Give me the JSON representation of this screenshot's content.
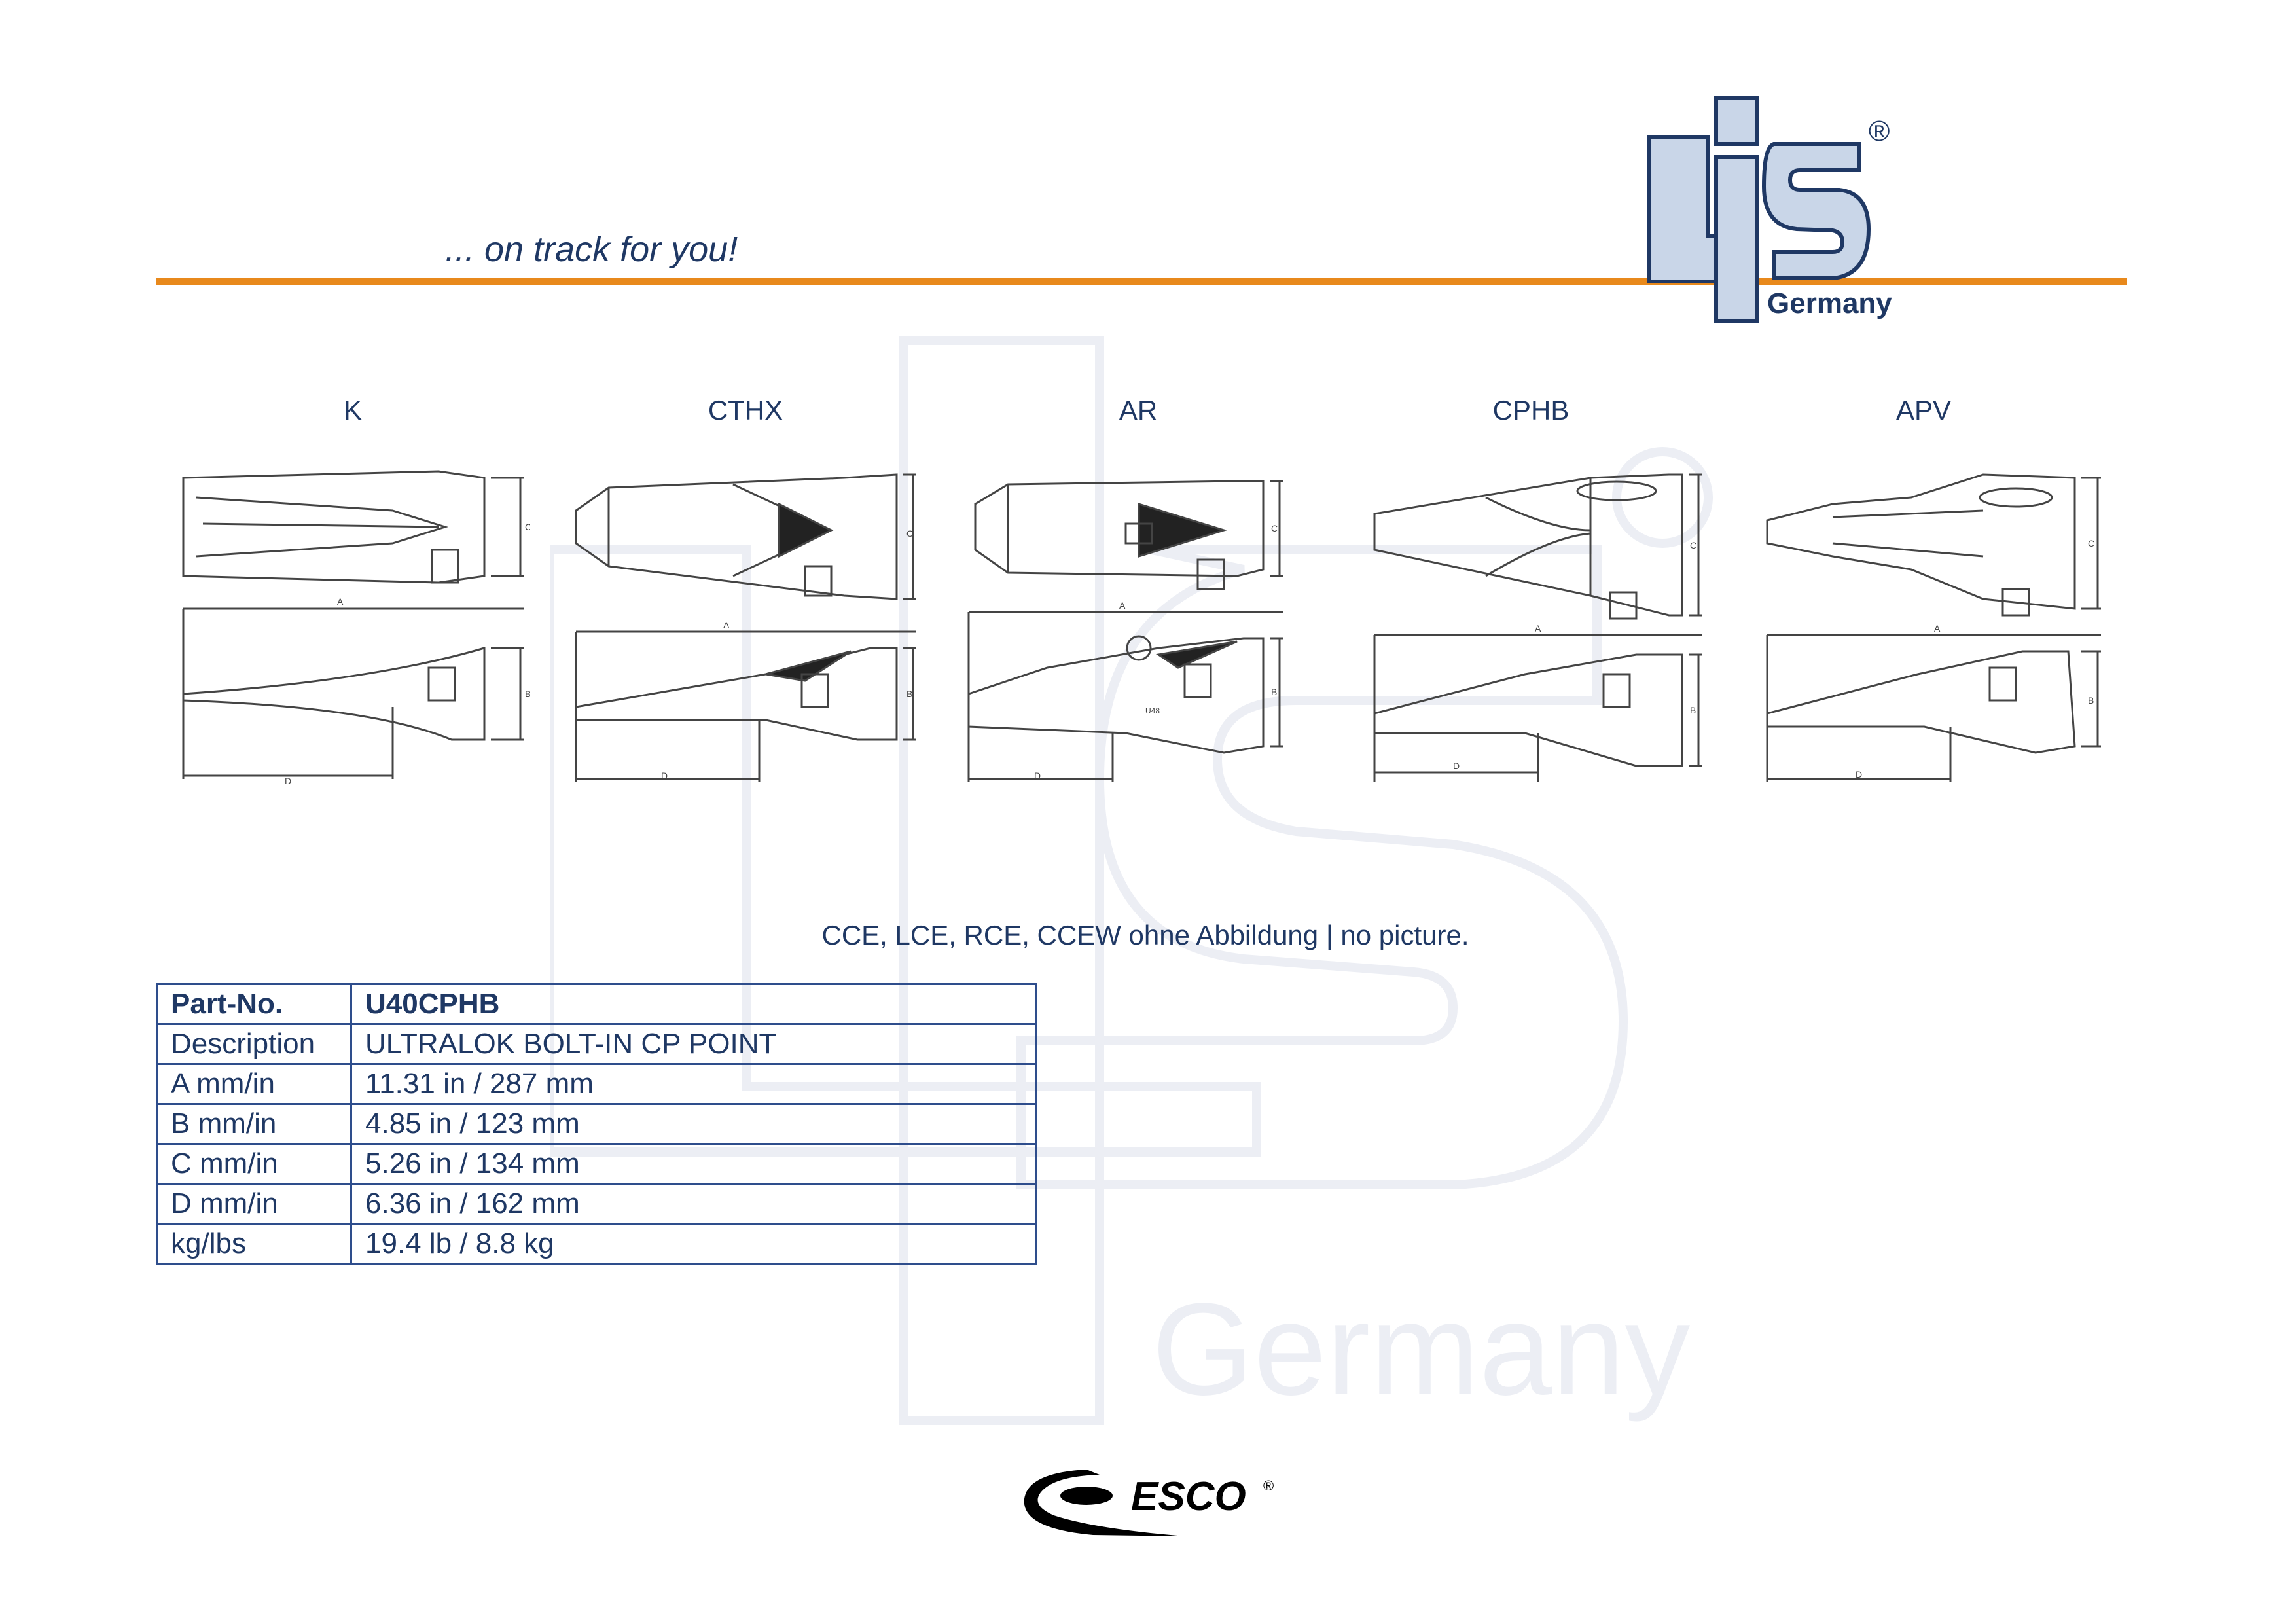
{
  "header": {
    "tagline": "... on track for you!",
    "logo": {
      "letters": "LIS",
      "registered": "®",
      "sub": "Germany"
    }
  },
  "watermark": {
    "text": "Germany"
  },
  "variants": [
    {
      "label": "K"
    },
    {
      "label": "CTHX"
    },
    {
      "label": "AR"
    },
    {
      "label": "CPHB"
    },
    {
      "label": "APV"
    }
  ],
  "dimension_letters": {
    "a": "A",
    "b": "B",
    "c": "C",
    "d": "D"
  },
  "drawing_texts": {
    "ar_badge": "U48"
  },
  "note": "CCE, LCE, RCE, CCEW ohne Abbildung | no picture.",
  "spec_table": {
    "rows": [
      {
        "key": "Part-No.",
        "value": "U40CPHB"
      },
      {
        "key": "Description",
        "value": "ULTRALOK BOLT-IN CP POINT"
      },
      {
        "key": "A mm/in",
        "value": "11.31 in / 287 mm"
      },
      {
        "key": "B mm/in",
        "value": "4.85 in / 123 mm"
      },
      {
        "key": "C mm/in",
        "value": "5.26 in / 134 mm"
      },
      {
        "key": "D mm/in",
        "value": "6.36 in / 162 mm"
      },
      {
        "key": "kg/lbs",
        "value": "19.4 lb / 8.8 kg"
      }
    ]
  },
  "footer": {
    "brand": "ESCO",
    "registered": "®"
  },
  "colors": {
    "accent_orange": "#e8891c",
    "navy": "#1f3864",
    "logo_fill": "#c9d6e8",
    "table_border": "#2e4d8c"
  }
}
